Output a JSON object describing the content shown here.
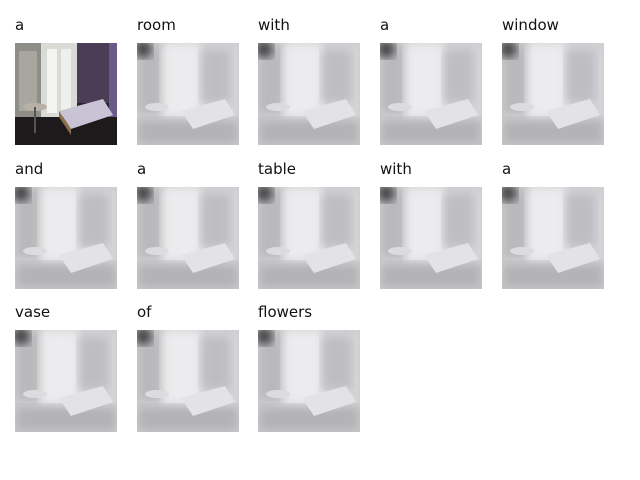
{
  "words": [
    "a",
    "room",
    "with",
    "a",
    "window",
    "and",
    "a",
    "table",
    "with",
    "a",
    "vase",
    "of",
    "flowers"
  ]
}
